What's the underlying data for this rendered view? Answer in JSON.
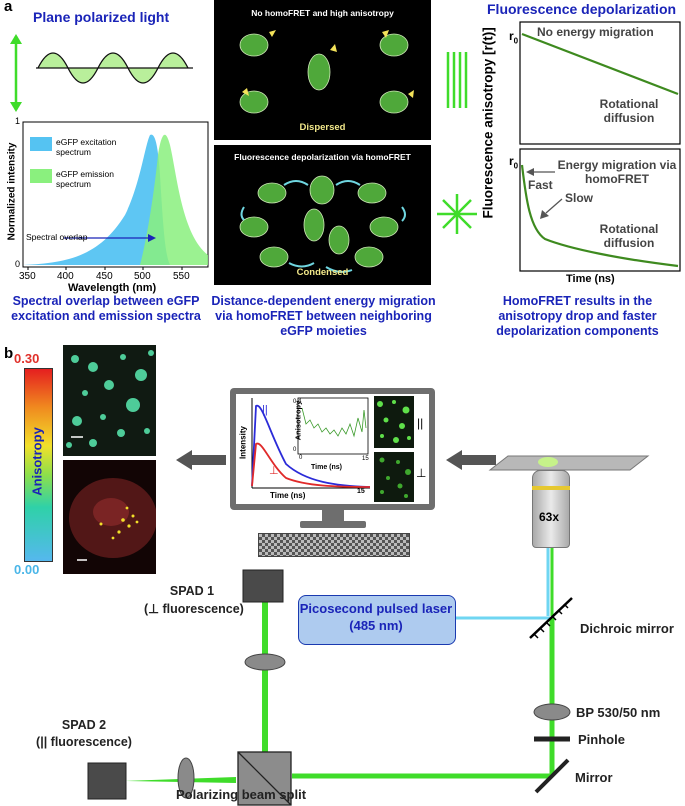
{
  "panel_a": {
    "letter": "a",
    "plane_polarized": "Plane polarized light",
    "spectrum_chart": {
      "legend_excitation": "eGFP excitation spectrum",
      "legend_emission": "eGFP emission spectrum",
      "overlap_label": "Spectral overlap",
      "ylabel": "Normalized intensity",
      "xlabel": "Wavelength (nm)",
      "ytick_top": "1",
      "ytick_zero": "0",
      "xticks": [
        "350",
        "400",
        "450",
        "500",
        "550"
      ]
    },
    "caption_left": "Spectral overlap between eGFP excitation and emission spectra",
    "dispersed_title": "No homoFRET and high anisotropy",
    "dispersed_label": "Dispersed",
    "condensed_title": "Fluorescence depolarization via homoFRET",
    "condensed_label": "Condensed",
    "caption_middle": "Distance-dependent energy migration via homoFRET between neighboring eGFP moieties",
    "depol_title": "Fluorescence depolarization",
    "top_plot": {
      "r0": "r",
      "r0_sub": "0",
      "no_migration": "No energy migration",
      "rotational": "Rotational diffusion"
    },
    "bottom_plot": {
      "r0": "r",
      "r0_sub": "0",
      "energy_migration": "Energy migration via homoFRET",
      "fast": "Fast",
      "slow": "Slow",
      "rotational": "Rotational diffusion",
      "xlabel": "Time (ns)"
    },
    "anisotropy_ylabel": "Fluorescence anisotropy [r(t)]",
    "caption_right": "HomoFRET results in the anisotropy drop and faster depolarization components"
  },
  "panel_b": {
    "letter": "b",
    "colorbar_max": "0.30",
    "colorbar_min": "0.00",
    "colorbar_label": "Anisotropy",
    "monitor": {
      "intensity_label": "Intensity",
      "time_label": "Time (ns)",
      "x_end": "15",
      "parallel": "||",
      "perp": "⊥",
      "inset_ylabel": "Anisotropy",
      "inset_xlabel": "Time (ns)",
      "inset_ytick": "0.4",
      "inset_y0": "0",
      "inset_x0": "0",
      "inset_x_end": "15",
      "img_parallel": "||",
      "img_perp": "⊥"
    },
    "objective": "63x",
    "laser": "Picosecond pulsed laser (485 nm)",
    "dichroic": "Dichroic mirror",
    "bp_filter": "BP 530/50 nm",
    "pinhole": "Pinhole",
    "mirror": "Mirror",
    "spad1": "SPAD 1",
    "spad1_sub": "(⊥ fluorescence)",
    "spad2": "SPAD 2",
    "spad2_sub": "(|| fluorescence)",
    "beam_split": "Polarizing beam split"
  }
}
